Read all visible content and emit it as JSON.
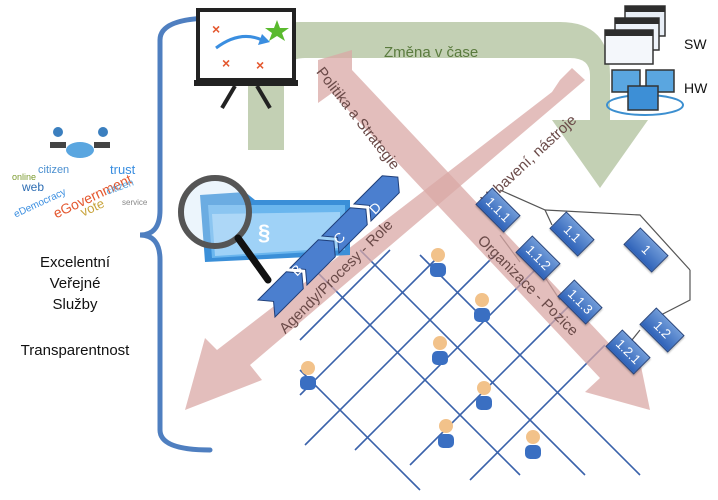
{
  "top_label": "Změna v čase",
  "diag_labels": {
    "politika": "Politika a Strategie",
    "vybaveni": "Vybavení, nástroje",
    "organizace": "Organizace - Pozice",
    "agendy": "Agendy/Procesy - Role"
  },
  "sw_label": "SW",
  "hw_label": "HW",
  "left_text": {
    "line1": "Excelentní",
    "line2": "Veřejné",
    "line3": "Služby",
    "line4": "Transparentnost"
  },
  "chevrons": [
    "A",
    "B",
    "C",
    "D"
  ],
  "org_boxes": [
    "1.1.1",
    "1.1.2",
    "1.1.3",
    "1.1",
    "1",
    "1.2",
    "1.2.1"
  ],
  "word_cloud": [
    "citizen",
    "web",
    "eGovernment",
    "vote",
    "trust",
    "citizen",
    "online",
    "eDemocracy",
    "service"
  ],
  "colors": {
    "arrow_green": "#b9c8a7",
    "arrow_red": "#d9a8a5",
    "grid_blue": "#3a62ab",
    "bracket_blue": "#4f7fc0",
    "box_blue": "#3e72c6"
  }
}
